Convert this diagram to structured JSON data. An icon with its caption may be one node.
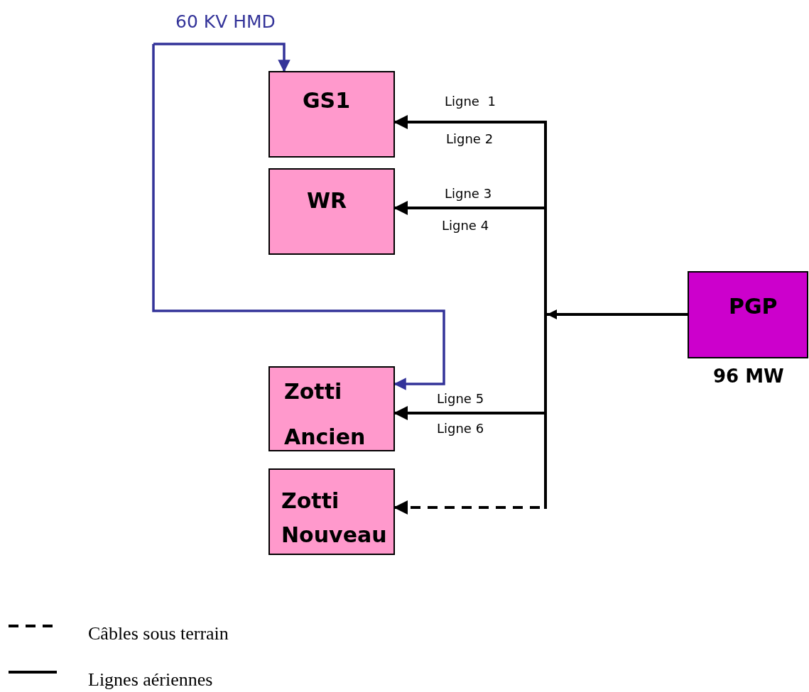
{
  "diagram": {
    "nodes": [
      {
        "text": [
          "GS1"
        ]
      },
      {
        "text": [
          "WR"
        ]
      },
      {
        "text": [
          "Zotti Ancien"
        ]
      },
      {
        "text": [
          "Zotti Nouveau"
        ]
      },
      {
        "text": [
          "PGP"
        ],
        "beside": [
          "96 MW"
        ]
      }
    ],
    "edges": [
      {
        "from": 4,
        "to": 0,
        "arrow": "to",
        "label": "Ligne  1"
      },
      {
        "from": 4,
        "to": 1,
        "arrow": "to",
        "label": "Ligne 3"
      },
      {
        "from": 4,
        "to": 2,
        "arrow": "to",
        "label": "Ligne 5"
      },
      {
        "from": 4,
        "to": 3,
        "arrow": "to",
        "style": "dashed"
      },
      {
        "from": null,
        "to": 0,
        "arrow": "to",
        "color": "#333399",
        "label": "60 KV HMD"
      },
      {
        "from": null,
        "to": 2,
        "arrow": "to",
        "color": "#333399"
      }
    ],
    "labels": [
      "Ligne 2",
      "Ligne 4",
      "Ligne 6"
    ],
    "legend": [
      {
        "text": "Câbles sous terrain"
      },
      {
        "text": "Lignes aériennes"
      }
    ]
  }
}
